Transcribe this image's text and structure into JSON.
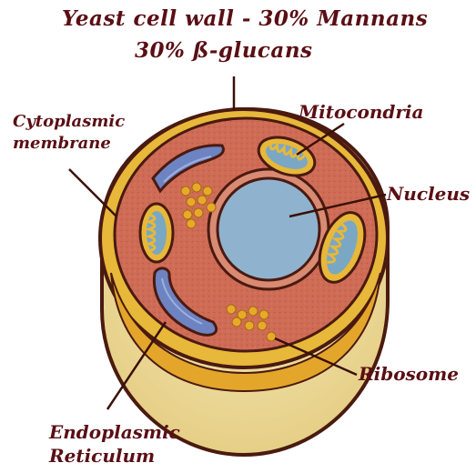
{
  "title": {
    "line1": "Yeast cell wall - 30% Mannans",
    "line2": "30% ß-glucans"
  },
  "labels": {
    "cytoplasmic_membrane": [
      "Cytoplasmic",
      "membrane"
    ],
    "mitochondria": "Mitocondria",
    "nucleus": "Nucleus",
    "ribosome": "Ribosome",
    "endoplasmic_reticulum": [
      "Endoplasmic",
      "Reticulum"
    ]
  },
  "colors": {
    "label_text": "#5a0f14",
    "outline": "#4a1a10",
    "cell_wall": "#e7b83a",
    "cell_body": "#f1e1a6",
    "cytoplasm": "#cf6c56",
    "nucleus": "#8fb3cf",
    "organelle_blue": "#6d83c2",
    "ribosome": "#e8a92a"
  }
}
